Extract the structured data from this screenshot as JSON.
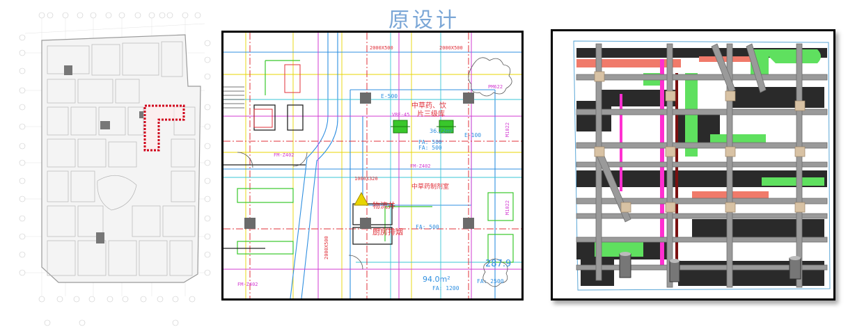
{
  "title": "原设计",
  "highlight_color": "#d0021b",
  "cad": {
    "room_labels": [
      "中草药、饮",
      "片三级库",
      "物流井",
      "厨房排烟",
      "中草药制剂室"
    ],
    "duct_labels": [
      "2000X500",
      "2000X500",
      "1000X320",
      "2000X500"
    ],
    "outlet_labels": [
      "FA: 500",
      "FA: 500",
      "FA: 500",
      "FA: 1200",
      "FA: 2500",
      "E-500",
      "E-100"
    ],
    "area_labels": [
      "36.22m²",
      "94.0m²",
      "287.9"
    ],
    "tag_labels": [
      "VRF-45",
      "FM-Z402",
      "FM-Z402",
      "FM-Z402",
      "PM622",
      "M1022",
      "M1022"
    ]
  },
  "colors": {
    "cad_red": "#e0303a",
    "cad_green": "#39c72b",
    "cad_blue": "#2f8fe0",
    "cad_cyan": "#39c6d6",
    "cad_magenta": "#d23bd2",
    "cad_yellow": "#e8d400",
    "bim_grey": "#9a9a9a",
    "bim_dark": "#2a2a2a",
    "bim_green": "#5fe05f",
    "bim_salmon": "#f07a6a",
    "bim_magenta": "#ff2fd0",
    "bim_tan": "#d8c2a4"
  }
}
